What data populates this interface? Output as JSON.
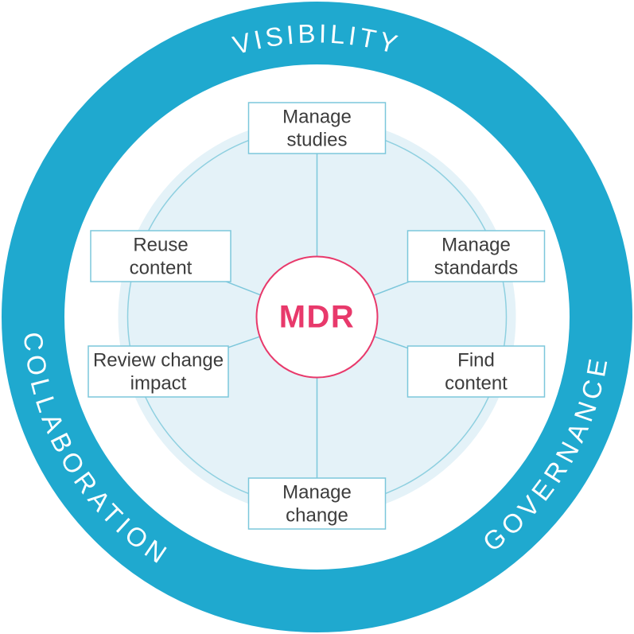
{
  "diagram": {
    "center_label": "MDR",
    "ring_labels": {
      "top": "VISIBILITY",
      "left": "COLLABORATION",
      "right": "GOVERNANCE"
    },
    "nodes": [
      {
        "id": "manage-studies",
        "label": "Manage studies",
        "line1": "Manage",
        "line2": "studies"
      },
      {
        "id": "manage-standards",
        "label": "Manage standards",
        "line1": "Manage",
        "line2": "standards"
      },
      {
        "id": "find-content",
        "label": "Find content",
        "line1": "Find",
        "line2": "content"
      },
      {
        "id": "manage-change",
        "label": "Manage change",
        "line1": "Manage",
        "line2": "change"
      },
      {
        "id": "review-change-impact",
        "label": "Review change impact",
        "line1": "Review change",
        "line2": "impact"
      },
      {
        "id": "reuse-content",
        "label": "Reuse content",
        "line1": "Reuse",
        "line2": "content"
      }
    ],
    "colors": {
      "ring": "#1FA9CF",
      "ring_text": "#FFFFFF",
      "inner_fill": "#E4F2F8",
      "connector": "#7CC7DB",
      "node_border": "#7CC7DB",
      "node_text": "#3C3C3C",
      "hub_border": "#E8396B",
      "hub_text": "#E8396B",
      "background": "#FFFFFF"
    }
  }
}
